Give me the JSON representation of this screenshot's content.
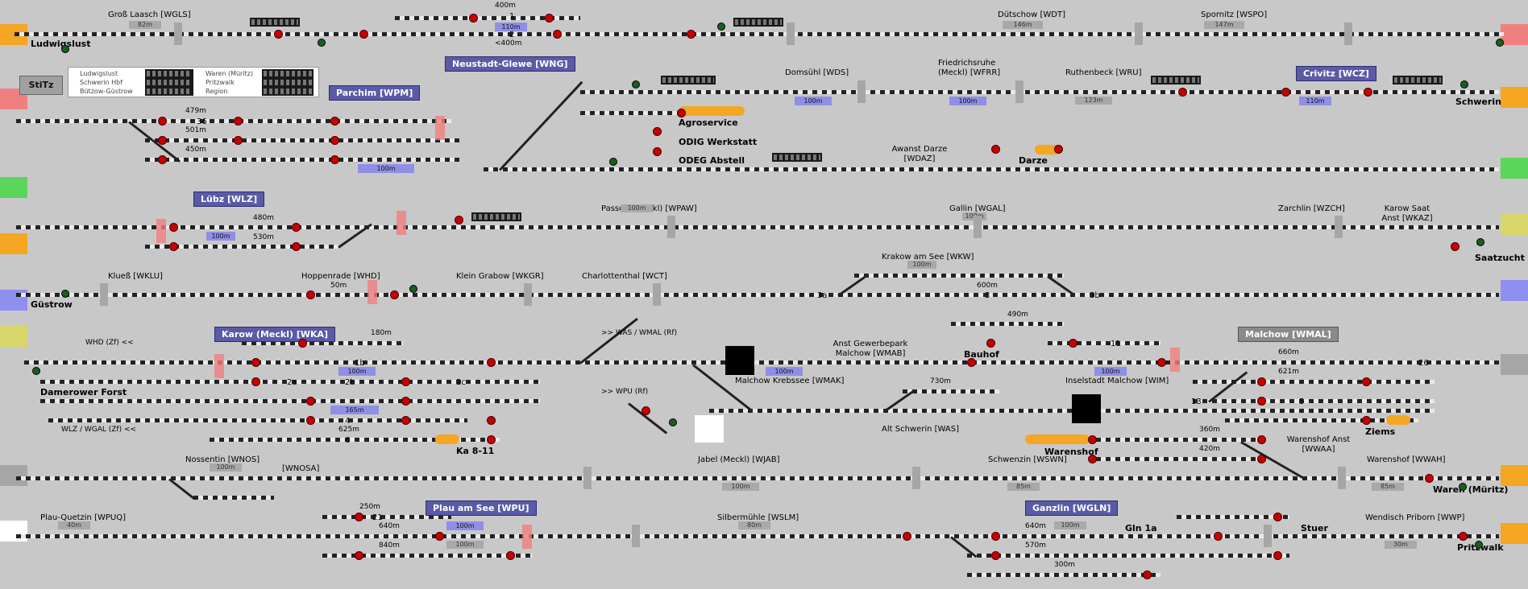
{
  "colors": {
    "track_dark": "#222222",
    "track_light": "#e9e9e9",
    "signal_red": "#c80000",
    "signal_green": "#1b5e20",
    "station_box": "#5a5aa6",
    "dist_blue": "#8f8fe6",
    "orange": "#f5a623"
  },
  "stitz": "StiTz",
  "legend": {
    "left": [
      "Ludwigslust",
      "Schwerin Hbf",
      "Bützow-Güstrow"
    ],
    "right": [
      "Waren (Müritz)",
      "Pritzwalk",
      "Region"
    ]
  },
  "stations_boxed": [
    "Neustadt-Glewe [WNG]",
    "Parchim [WPM]",
    "Lübz [WLZ]",
    "Crivitz [WCZ]",
    "Karow (Meckl) [WKA]",
    "Malchow [WMAL]",
    "Plau am See [WPU]",
    "Ganzlin [WGLN]"
  ],
  "station_names": [
    "Ludwigslust",
    "Schwerin",
    "Güstrow",
    "Saatzucht",
    "Damerower Forst",
    "Agroservice",
    "ODIG Werkstatt",
    "ODEG Abstell",
    "Darze",
    "Bauhof",
    "Ziems",
    "Warenshof",
    "Ka 8-11",
    "Waren (Müritz)",
    "Pritzwalk",
    "Gln 1a",
    "Stuer"
  ],
  "track_labels": [
    "Groß Laasch [WGLS]",
    "Dütschow [WDT]",
    "Spornitz [WSPO]",
    "Domsühl [WDS]",
    "Friedrichsruhe (Meckl) [WFRR]",
    "Ruthenbeck [WRU]",
    "Awanst Darze [WDAZ]",
    "Passow (Meckl) [WPAW]",
    "Gallin [WGAL]",
    "Zarchlin [WZCH]",
    "Karow Saat Anst [WKAZ]",
    "Klueß [WKLU]",
    "Hoppenrade [WHD]",
    "Klein Grabow [WKGR]",
    "Charlottenthal [WCT]",
    "Krakow am See [WKW]",
    "Anst Gewerbepark Malchow [WMAB]",
    "Malchow Krebssee [WMAK]",
    "Inselstadt Malchow [WIM]",
    "Alt Schwerin [WAS]",
    "Nossentin [WNOS]",
    "[WNOSA]",
    "Jabel (Meckl) [WJAB]",
    "Schwenzin [WSWN]",
    "Warenshof Anst [WWAA]",
    "Warenshof [WWAH]",
    "Plau-Quetzin [WPUQ]",
    "Silbermühle [WSLM]",
    "Wendisch Priborn [WWP]",
    ">> WAS / WMAL (Rf)",
    ">> WPU (Rf)",
    "WHD (Zf) <<",
    "WLZ / WGAL (Zf) <<"
  ],
  "distances": [
    "82m",
    "400m",
    "<400m",
    "110m",
    "146m",
    "147m",
    "100m",
    "100m",
    "123m",
    "110m",
    "479m",
    "501m",
    "450m",
    "100m",
    "480m",
    "530m",
    "100m",
    "100m",
    "600m",
    "180m",
    "100m",
    "50m",
    "490m",
    "730m",
    "660m",
    "621m",
    "100m",
    "100m",
    "165m",
    "625m",
    "360m",
    "420m",
    "100m",
    "85m",
    "100m",
    "85m",
    "250m",
    "640m",
    "840m",
    "100m",
    "100m",
    "100m",
    "640m",
    "570m",
    "300m",
    "80m",
    "40m",
    "30m",
    "100m",
    "100m"
  ],
  "track_numbers": [
    "1",
    "2",
    "3",
    "3b",
    "1b",
    "2a",
    "2b",
    "2c",
    "3a",
    "4",
    "5",
    "6",
    "11",
    "13",
    "21",
    "26",
    "36"
  ],
  "signal_ids": [
    "101",
    "111",
    "121",
    "130",
    "141",
    "150",
    "160",
    "170",
    "178",
    "187",
    "191",
    "201",
    "211",
    "212",
    "213",
    "217",
    "218",
    "220",
    "221",
    "224",
    "241",
    "252",
    "269",
    "271",
    "275",
    "277",
    "280",
    "290",
    "300",
    "304",
    "319",
    "326",
    "340",
    "352",
    "359",
    "361",
    "365"
  ]
}
